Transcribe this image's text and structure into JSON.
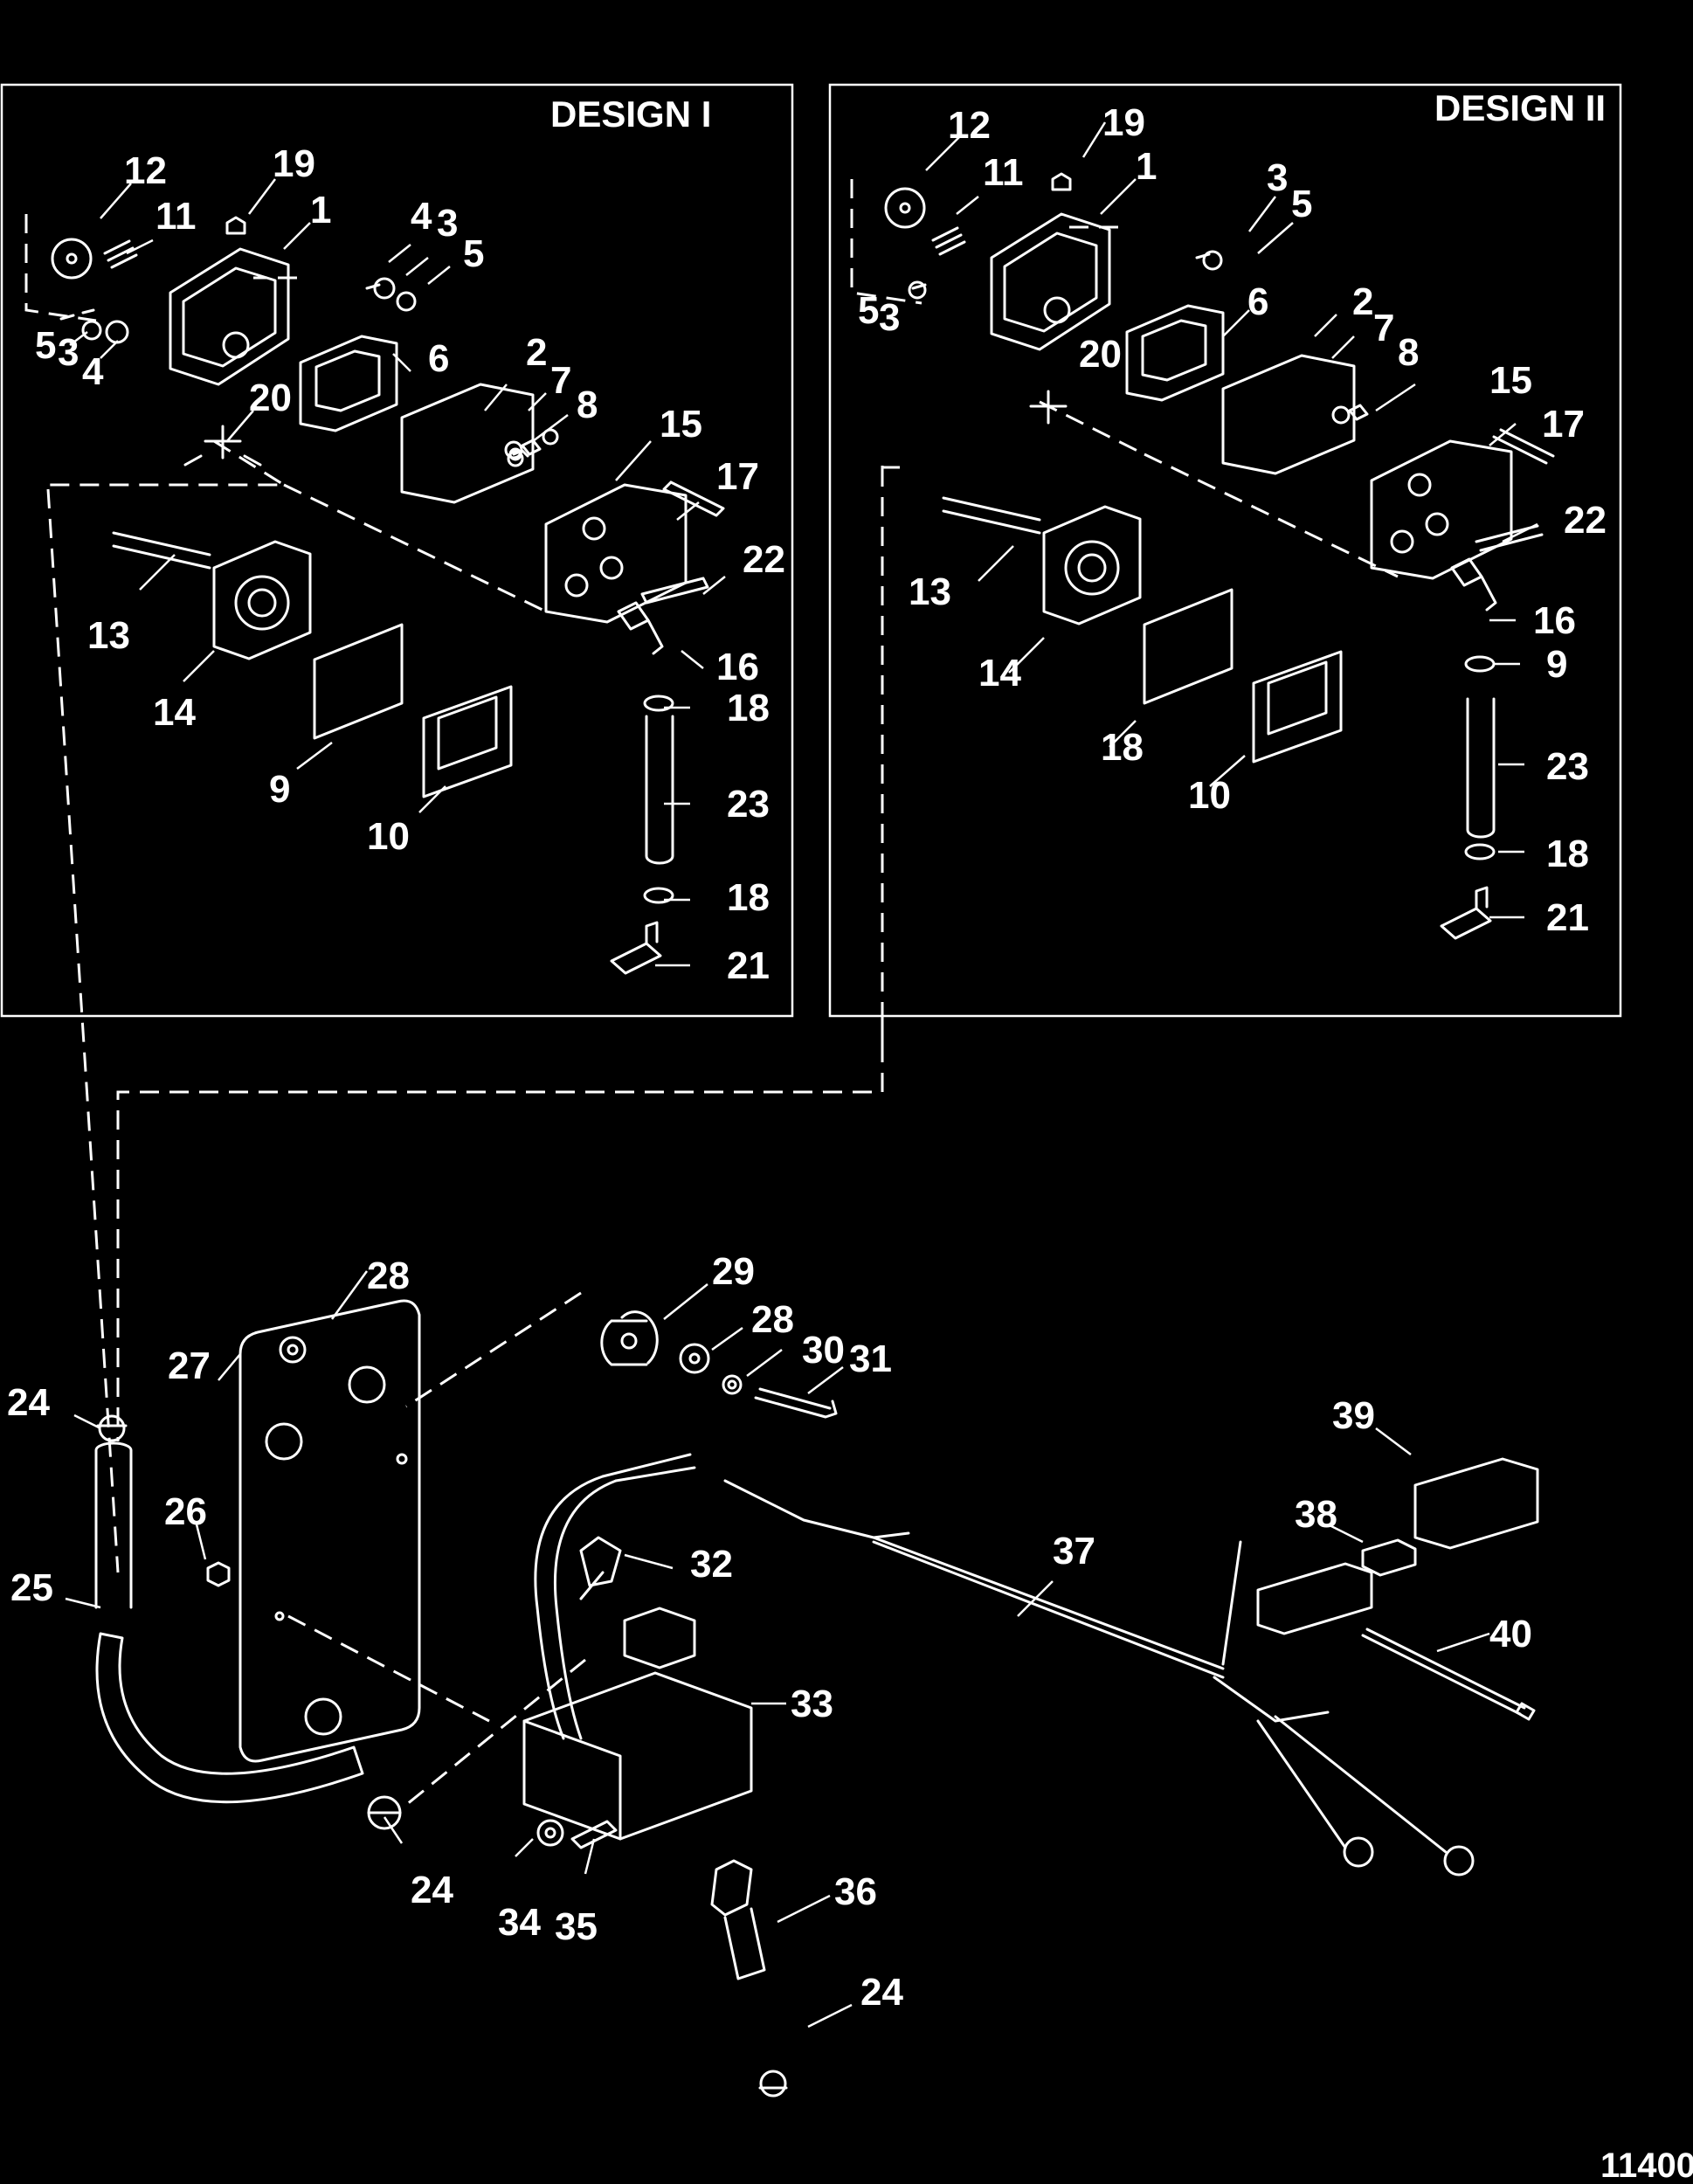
{
  "design_i": {
    "title": "DESIGN I",
    "callouts": [
      "12",
      "19",
      "1",
      "11",
      "4",
      "3",
      "5",
      "5",
      "3",
      "4",
      "6",
      "20",
      "2",
      "7",
      "8",
      "15",
      "17",
      "13",
      "22",
      "14",
      "16",
      "18",
      "9",
      "23",
      "10",
      "18",
      "21"
    ]
  },
  "design_ii": {
    "title": "DESIGN II",
    "callouts": [
      "12",
      "19",
      "1",
      "11",
      "3",
      "5",
      "5",
      "3",
      "6",
      "2",
      "7",
      "8",
      "20",
      "15",
      "17",
      "13",
      "22",
      "14",
      "16",
      "18",
      "9",
      "23",
      "10",
      "18",
      "21"
    ]
  },
  "lower_assembly": {
    "callouts": [
      "28",
      "29",
      "28",
      "30",
      "27",
      "31",
      "24",
      "26",
      "39",
      "38",
      "37",
      "32",
      "25",
      "40",
      "33",
      "24",
      "34",
      "35",
      "36",
      "24"
    ]
  },
  "reference_number": "11400"
}
